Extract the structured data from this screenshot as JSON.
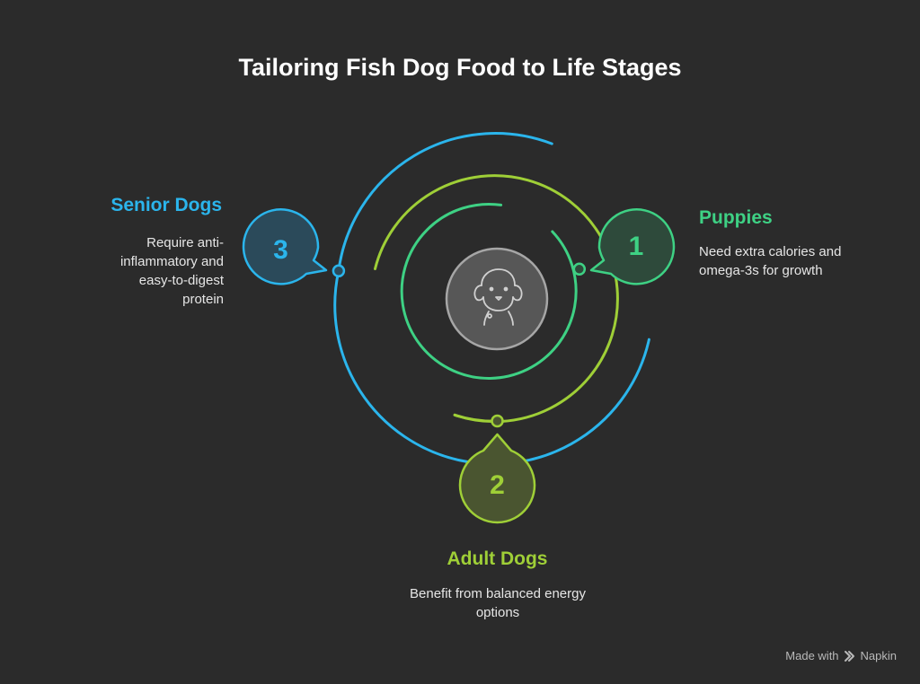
{
  "title": "Tailoring Fish Dog Food to Life Stages",
  "stages": [
    {
      "number": "1",
      "name": "Puppies",
      "description": "Need extra calories and omega-3s for growth",
      "color": "#3ed184"
    },
    {
      "number": "2",
      "name": "Adult Dogs",
      "description": "Benefit from balanced energy options",
      "color": "#9fcf37"
    },
    {
      "number": "3",
      "name": "Senior Dogs",
      "description": "Require anti-inflammatory and easy-to-digest protein",
      "color": "#2bb5ec"
    }
  ],
  "center_icon": "dog-icon",
  "footer": {
    "made_with": "Made with",
    "brand": "Napkin",
    "brand_icon": "napkin-logo-icon"
  }
}
